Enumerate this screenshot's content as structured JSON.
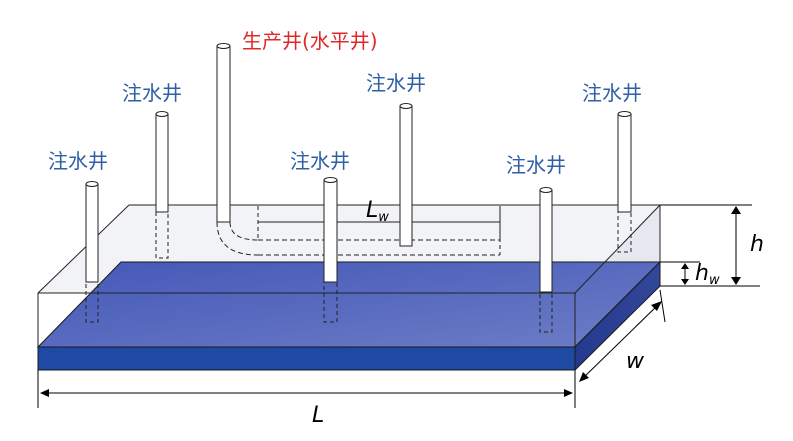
{
  "labels": {
    "production_well": "生产井(水平井)",
    "injection_wells": [
      "注水井",
      "注水井",
      "注水井",
      "注水井",
      "注水井"
    ]
  },
  "dimensions": {
    "L": "L",
    "w": "w",
    "h": "h",
    "hw_main": "h",
    "hw_sub": "w",
    "Lw_main": "L",
    "Lw_sub": "w"
  },
  "colors": {
    "water_layer_top": "#5a6fbf",
    "water_layer_front": "#1f4aa3",
    "water_layer_side": "#2b3f8f",
    "injection_label": "#2f5fa6",
    "production_label": "#e0282a",
    "box_edge": "#222222"
  }
}
